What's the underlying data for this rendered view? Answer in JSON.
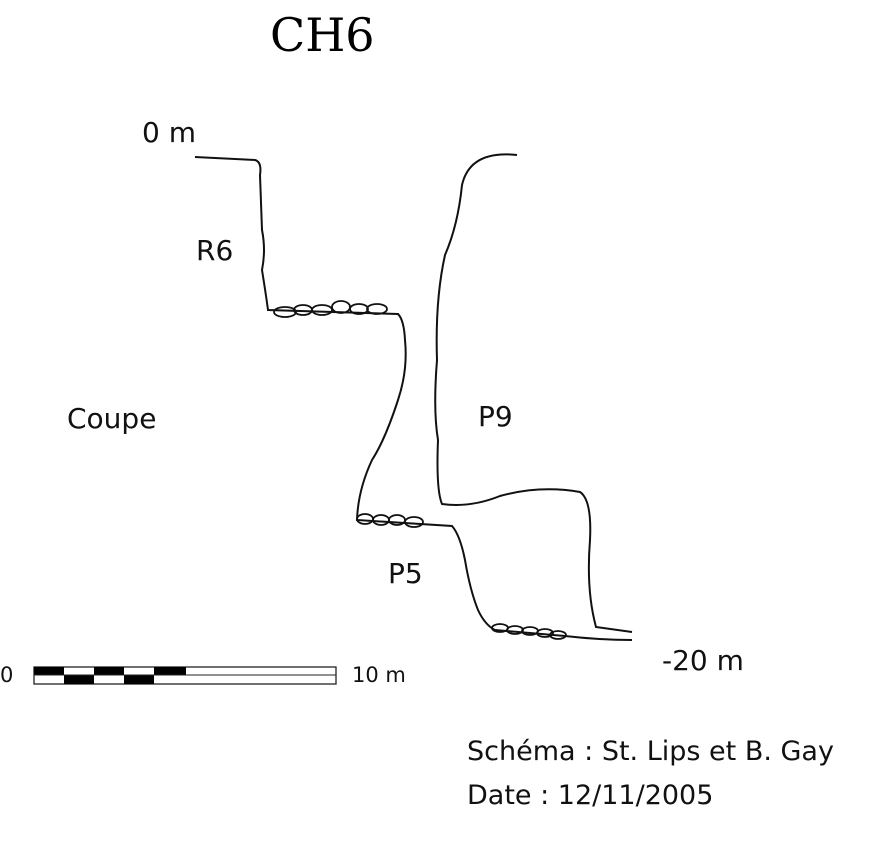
{
  "title": "CH6",
  "labels": {
    "top_depth": "0 m",
    "bottom_depth": "-20 m",
    "r6": "R6",
    "p9": "P9",
    "p5": "P5",
    "view": "Coupe"
  },
  "scale": {
    "start": "0",
    "end": "10 m"
  },
  "credits": {
    "author": "Schéma : St. Lips et B. Gay",
    "date": "Date : 12/11/2005"
  },
  "colors": {
    "ink": "#111111",
    "background": "#ffffff"
  }
}
